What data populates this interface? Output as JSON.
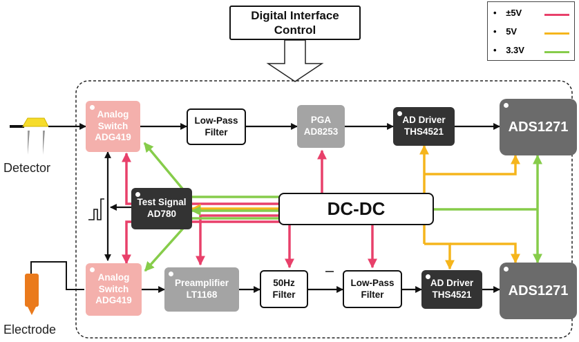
{
  "header": {
    "title": "Digital Interface Control"
  },
  "legend": {
    "items": [
      {
        "label": "±5V",
        "color": "#e8406a"
      },
      {
        "label": "5V",
        "color": "#f5b51c"
      },
      {
        "label": "3.3V",
        "color": "#86cc4a"
      }
    ]
  },
  "blocks": {
    "switch_top": {
      "line1": "Analog",
      "line2": "Switch",
      "line3": "ADG419"
    },
    "switch_bottom": {
      "line1": "Analog",
      "line2": "Switch",
      "line3": "ADG419"
    },
    "lpf_top": {
      "line1": "Low-Pass",
      "line2": "Filter"
    },
    "pga": {
      "line1": "PGA",
      "line2": "AD8253"
    },
    "addriver_top": {
      "line1": "AD Driver",
      "line2": "THS4521"
    },
    "ads_top": {
      "label": "ADS1271"
    },
    "test_signal": {
      "line1": "Test Signal",
      "line2": "AD780"
    },
    "dcdc": {
      "label": "DC-DC"
    },
    "preamp": {
      "line1": "Preamplifier",
      "line2": "LT1168"
    },
    "notch": {
      "line1": "50Hz",
      "line2": "Filter"
    },
    "lpf_bottom": {
      "line1": "Low-Pass",
      "line2": "Filter"
    },
    "addriver_bottom": {
      "line1": "AD Driver",
      "line2": "THS4521"
    },
    "ads_bottom": {
      "label": "ADS1271"
    }
  },
  "labels": {
    "detector": "Detector",
    "electrode": "Electrode"
  },
  "colors": {
    "pm5v": "#e8406a",
    "v5": "#f5b51c",
    "v33": "#86cc4a"
  }
}
